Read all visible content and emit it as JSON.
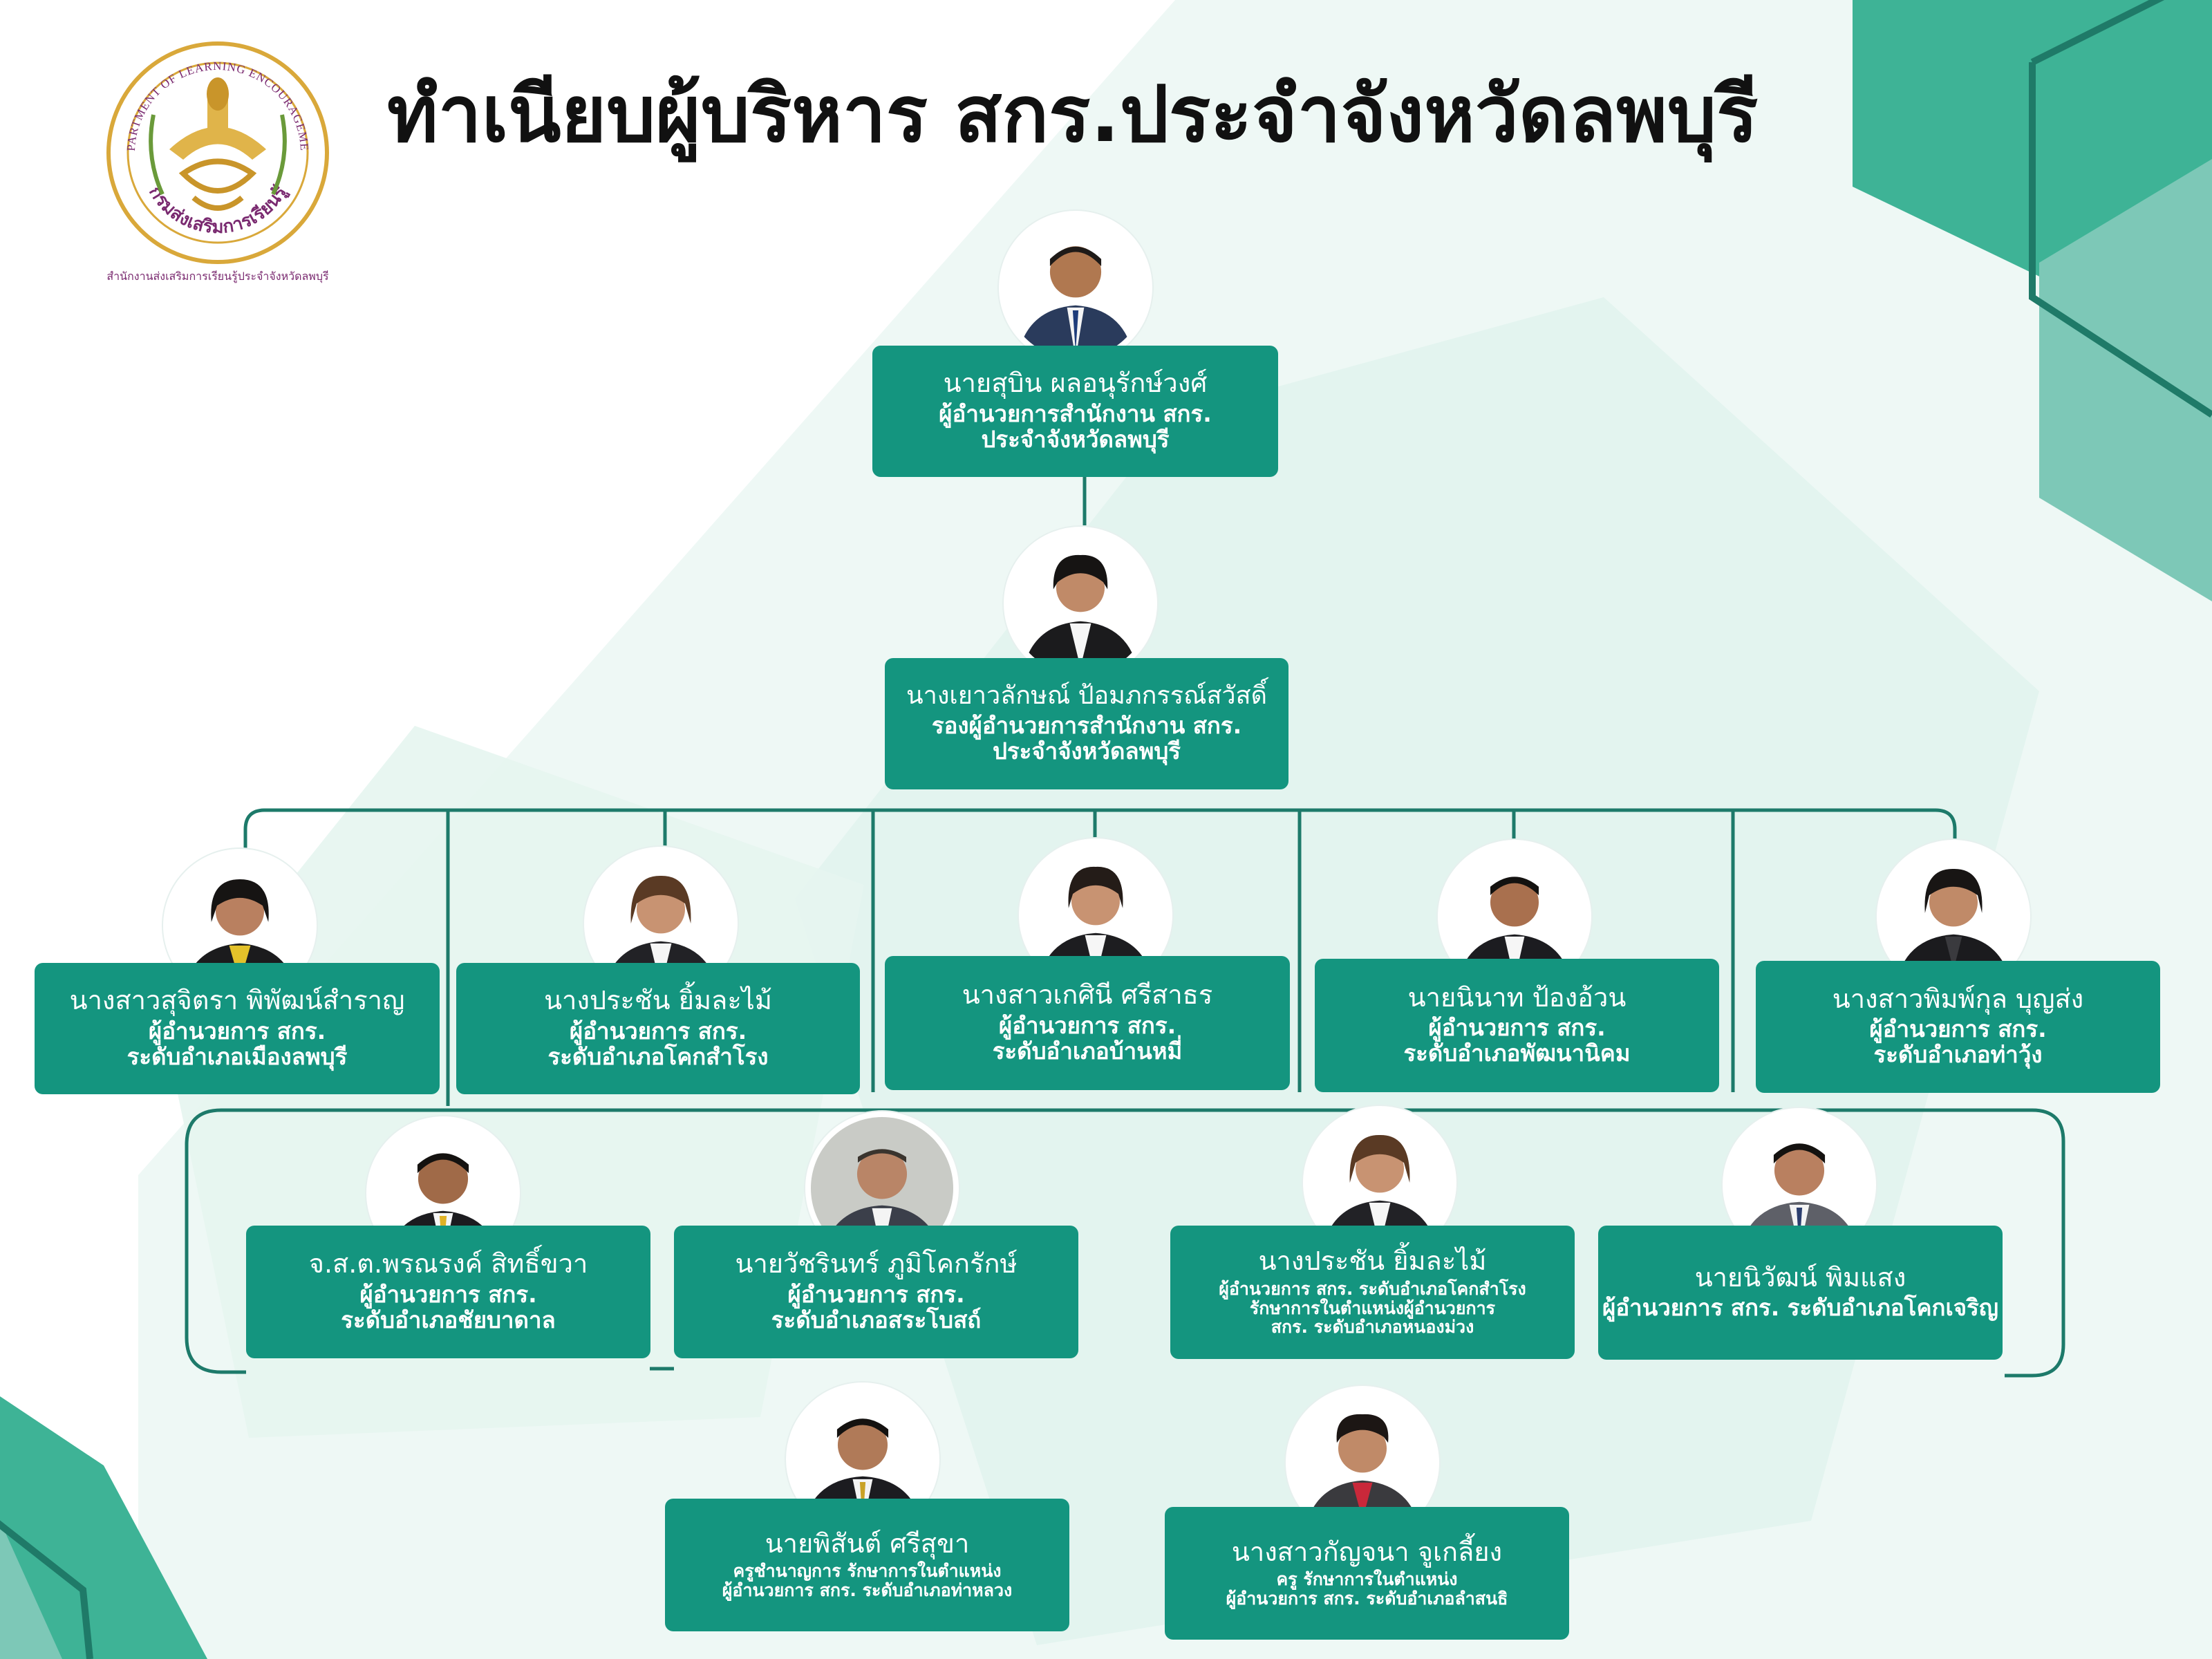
{
  "page": {
    "title": "ทำเนียบผู้บริหาร สกร.ประจำจังหวัดลพบุรี",
    "logo_text_top": "DEPARTMENT OF LEARNING ENCOURAGEMENT",
    "logo_text_bottom": "กรมส่งเสริมการเรียนรู้",
    "logo_caption": "สำนักงานส่งเสริมการเรียนรู้ประจำจังหวัดลพบุรี"
  },
  "colors": {
    "card": "#14957f",
    "connector": "#1d7a6a",
    "background_shape_dark": "#3eb396",
    "background_shape_light": "#e3f4ef"
  },
  "people": [
    {
      "name": "นายสุบิน ผลอนุรักษ์วงศ์",
      "role_lines": [
        "ผู้อำนวยการสำนักงาน สกร.",
        "ประจำจังหวัดลพบุรี"
      ]
    },
    {
      "name": "นางเยาวลักษณ์ ป้อมภกรรณ์สวัสดิ์",
      "role_lines": [
        "รองผู้อำนวยการสำนักงาน สกร.",
        "ประจำจังหวัดลพบุรี"
      ]
    },
    {
      "name": "นางสาวสุจิตรา พิพัฒน์สำราญ",
      "role_lines": [
        "ผู้อำนวยการ สกร.",
        "ระดับอำเภอเมืองลพบุรี"
      ]
    },
    {
      "name": "นางประชัน ยิ้มละไม้",
      "role_lines": [
        "ผู้อำนวยการ สกร.",
        "ระดับอำเภอโคกสำโรง"
      ]
    },
    {
      "name": "นางสาวเกศินี ศรีสาธร",
      "role_lines": [
        "ผู้อำนวยการ สกร.",
        "ระดับอำเภอบ้านหมี่"
      ]
    },
    {
      "name": "นายนินาท ป้องอ้วน",
      "role_lines": [
        "ผู้อำนวยการ สกร.",
        "ระดับอำเภอพัฒนานิคม"
      ]
    },
    {
      "name": "นางสาวพิมพ์กุล บุญส่ง",
      "role_lines": [
        "ผู้อำนวยการ สกร.",
        "ระดับอำเภอท่าวุ้ง"
      ]
    },
    {
      "name": "จ.ส.ต.พรณรงค์ สิทธิ์ขวา",
      "role_lines": [
        "ผู้อำนวยการ สกร.",
        "ระดับอำเภอชัยบาดาล"
      ]
    },
    {
      "name": "นายวัชรินทร์ ภูมิโคกรักษ์",
      "role_lines": [
        "ผู้อำนวยการ สกร.",
        "ระดับอำเภอสระโบสถ์"
      ]
    },
    {
      "name": "นางประชัน ยิ้มละไม้",
      "role_lines": [
        "ผู้อำนวยการ สกร. ระดับอำเภอโคกสำโรง",
        "รักษาการในตำแหน่งผู้อำนวยการ",
        "สกร. ระดับอำเภอหนองม่วง"
      ]
    },
    {
      "name": "นายนิวัฒน์ พิมแสง",
      "role_lines": [
        "ผู้อำนวยการ สกร. ระดับอำเภอโคกเจริญ"
      ]
    },
    {
      "name": "นายพิสันต์ ศรีสุขา",
      "role_lines": [
        "ครูชำนาญการ รักษาการในตำแหน่ง",
        "ผู้อำนวยการ สกร. ระดับอำเภอท่าหลวง"
      ]
    },
    {
      "name": "นางสาวกัญจนา จูเกลี้ยง",
      "role_lines": [
        "ครู รักษาการในตำแหน่ง",
        "ผู้อำนวยการ สกร. ระดับอำเภอลำสนธิ"
      ]
    }
  ]
}
